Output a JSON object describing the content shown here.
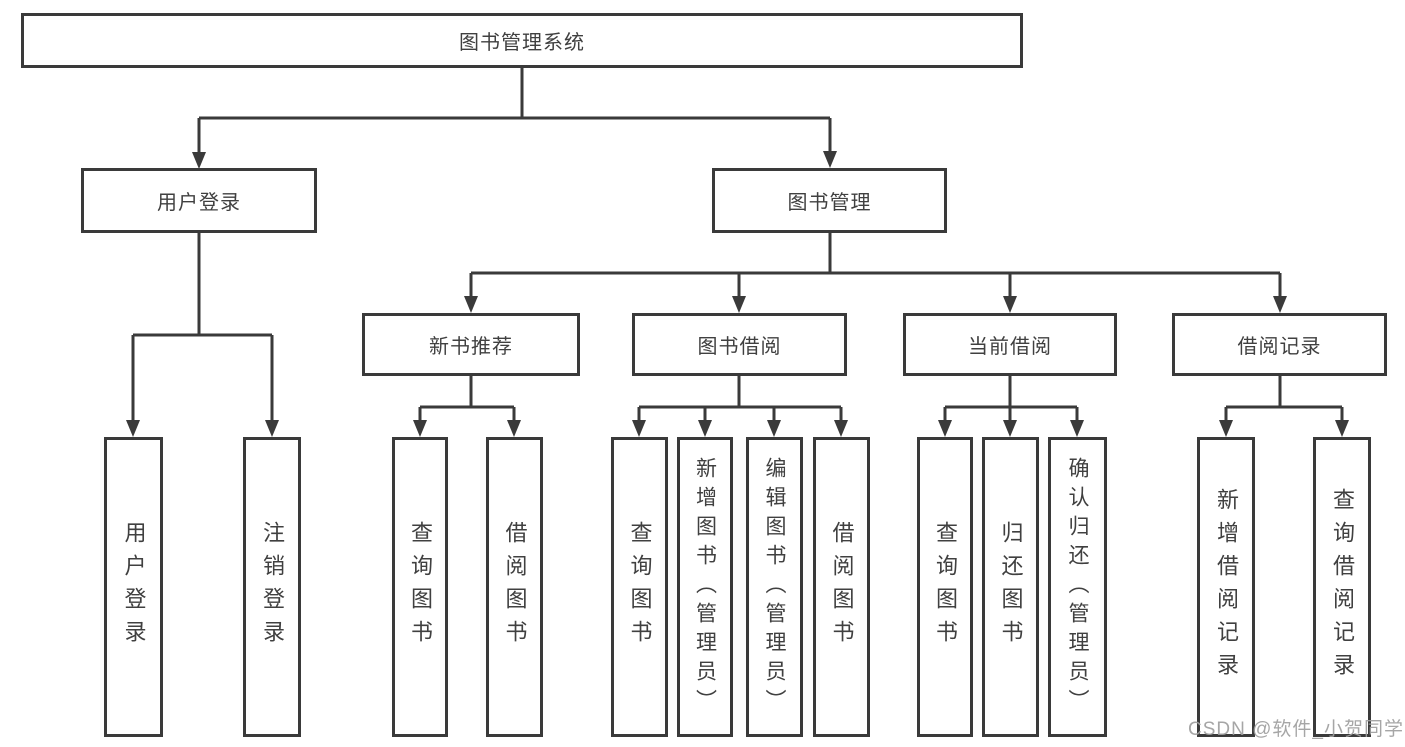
{
  "diagram": {
    "root": {
      "label": "图书管理系统"
    },
    "level2": [
      {
        "id": "user-login",
        "label": "用户登录"
      },
      {
        "id": "book-management",
        "label": "图书管理"
      }
    ],
    "level3": [
      {
        "id": "new-book-recommend",
        "label": "新书推荐",
        "parent": "book-management"
      },
      {
        "id": "book-borrowing",
        "label": "图书借阅",
        "parent": "book-management"
      },
      {
        "id": "current-borrowing",
        "label": "当前借阅",
        "parent": "book-management"
      },
      {
        "id": "borrowing-records",
        "label": "借阅记录",
        "parent": "book-management"
      }
    ],
    "leaves": [
      {
        "id": "user-login-leaf",
        "label": "用户登录",
        "parent": "user-login"
      },
      {
        "id": "logout",
        "label": "注销登录",
        "parent": "user-login"
      },
      {
        "id": "query-books-1",
        "label": "查询图书",
        "parent": "new-book-recommend"
      },
      {
        "id": "borrow-books-1",
        "label": "借阅图书",
        "parent": "new-book-recommend"
      },
      {
        "id": "query-books-2",
        "label": "查询图书",
        "parent": "book-borrowing"
      },
      {
        "id": "add-books-admin",
        "label": "新增图书（管理员）",
        "parent": "book-borrowing"
      },
      {
        "id": "edit-books-admin",
        "label": "编辑图书（管理员）",
        "parent": "book-borrowing"
      },
      {
        "id": "borrow-books-2",
        "label": "借阅图书",
        "parent": "book-borrowing"
      },
      {
        "id": "query-books-3",
        "label": "查询图书",
        "parent": "current-borrowing"
      },
      {
        "id": "return-books",
        "label": "归还图书",
        "parent": "current-borrowing"
      },
      {
        "id": "confirm-return-admin",
        "label": "确认归还（管理员）",
        "parent": "current-borrowing"
      },
      {
        "id": "add-borrow-record",
        "label": "新增借阅记录",
        "parent": "borrowing-records"
      },
      {
        "id": "query-borrow-record",
        "label": "查询借阅记录",
        "parent": "borrowing-records"
      }
    ]
  },
  "watermark": {
    "text": "CSDN @软件_小贺同学"
  },
  "colors": {
    "line": "#3a3a3a",
    "border": "#3a3a3a",
    "text": "#404040",
    "watermark": "#9e9e9e",
    "background": "#ffffff"
  }
}
